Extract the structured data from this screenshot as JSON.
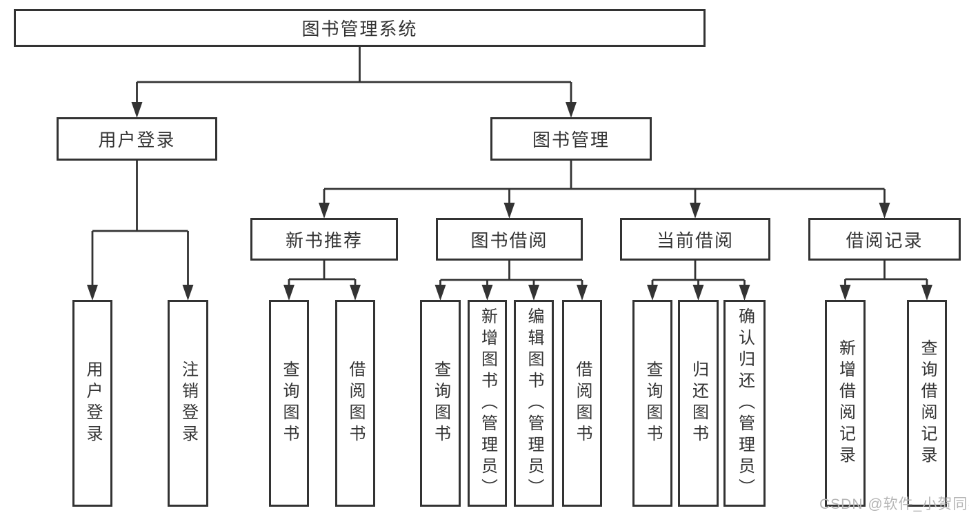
{
  "diagram": {
    "colors": {
      "line": "#333333",
      "box_border": "#333333",
      "text": "#333333",
      "background": "#ffffff",
      "watermark": "#b5b5b5"
    },
    "root": {
      "id": "root",
      "label": "图书管理系统"
    },
    "level2": [
      {
        "id": "user-login-module",
        "label": "用户登录"
      },
      {
        "id": "book-mgmt-module",
        "label": "图书管理"
      }
    ],
    "level3": [
      {
        "id": "new-book-recommend",
        "label": "新书推荐"
      },
      {
        "id": "book-borrow",
        "label": "图书借阅"
      },
      {
        "id": "current-borrow",
        "label": "当前借阅"
      },
      {
        "id": "borrow-records",
        "label": "借阅记录"
      }
    ],
    "leaves": [
      {
        "id": "leaf-user-login",
        "label": "用户登录"
      },
      {
        "id": "leaf-logout",
        "label": "注销登录"
      },
      {
        "id": "leaf-query-books-1",
        "label": "查询图书"
      },
      {
        "id": "leaf-borrow-books-1",
        "label": "借阅图书"
      },
      {
        "id": "leaf-query-books-2",
        "label": "查询图书"
      },
      {
        "id": "leaf-add-book-admin",
        "label": "新增图书（管理员）"
      },
      {
        "id": "leaf-edit-book-admin",
        "label": "编辑图书（管理员）"
      },
      {
        "id": "leaf-borrow-books-2",
        "label": "借阅图书"
      },
      {
        "id": "leaf-query-books-3",
        "label": "查询图书"
      },
      {
        "id": "leaf-return-book",
        "label": "归还图书"
      },
      {
        "id": "leaf-confirm-return-admin",
        "label": "确认归还（管理员）"
      },
      {
        "id": "leaf-add-borrow-record",
        "label": "新增借阅记录"
      },
      {
        "id": "leaf-query-borrow-record",
        "label": "查询借阅记录"
      }
    ],
    "tree": {
      "root": [
        "user-login-module",
        "book-mgmt-module"
      ],
      "user-login-module": [
        "leaf-user-login",
        "leaf-logout"
      ],
      "book-mgmt-module": [
        "new-book-recommend",
        "book-borrow",
        "current-borrow",
        "borrow-records"
      ],
      "new-book-recommend": [
        "leaf-query-books-1",
        "leaf-borrow-books-1"
      ],
      "book-borrow": [
        "leaf-query-books-2",
        "leaf-add-book-admin",
        "leaf-edit-book-admin",
        "leaf-borrow-books-2"
      ],
      "current-borrow": [
        "leaf-query-books-3",
        "leaf-return-book",
        "leaf-confirm-return-admin"
      ],
      "borrow-records": [
        "leaf-add-borrow-record",
        "leaf-query-borrow-record"
      ]
    }
  },
  "watermark": {
    "text": "CSDN @软件_小贺同学"
  }
}
